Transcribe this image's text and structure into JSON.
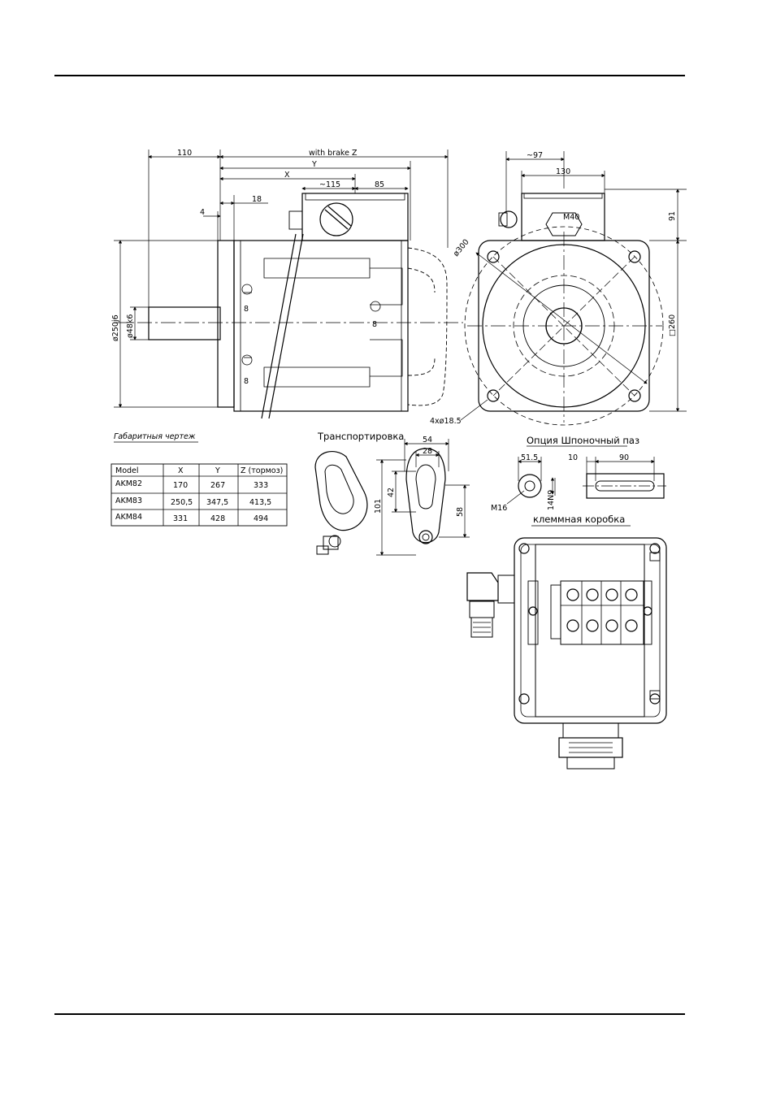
{
  "dimensions": {
    "d110": "110",
    "with_brake_z": "with brake Z",
    "y": "Y",
    "x": "X",
    "d115": "~115",
    "d85": "85",
    "d18": "18",
    "d4": "4",
    "d8a": "8",
    "d8b": "8",
    "d8c": "8",
    "d250": "ø250j6",
    "d48": "ø48k6",
    "d97": "~97",
    "d130": "130",
    "m40": "M40",
    "d91": "91",
    "d300": "ø300",
    "d260": "□260",
    "holes": "4xø18.5"
  },
  "captions": {
    "overall": "Габаритныя чертеж",
    "transport": "Транспортировка",
    "keyway": "Опция  Шпоночный  паз",
    "terminal": "клеммная  коробка"
  },
  "transport_dims": {
    "d54": "54",
    "d28": "28",
    "d42": "42",
    "d101": "101",
    "d58": "58"
  },
  "keyway_dims": {
    "d51_5": "51.5",
    "d10": "10",
    "d90": "90",
    "m16": "M16",
    "d14n9": "14N9"
  },
  "table": {
    "headers": [
      "Model",
      "X",
      "Y",
      "Z (тормоз)"
    ],
    "rows": [
      [
        "AKM82",
        "170",
        "267",
        "333"
      ],
      [
        "AKM83",
        "250,5",
        "347,5",
        "413,5"
      ],
      [
        "AKM84",
        "331",
        "428",
        "494"
      ]
    ]
  }
}
